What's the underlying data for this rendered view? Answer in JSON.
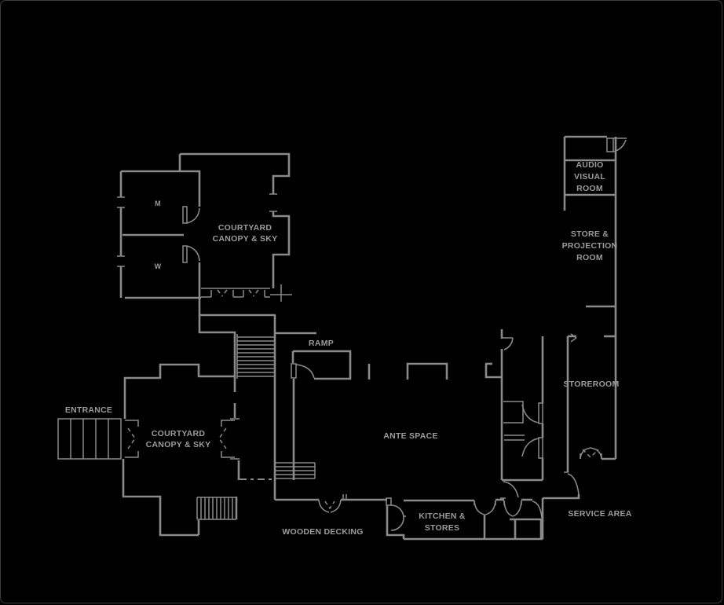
{
  "meta": {
    "drawing_type": "architectural floor plan",
    "background_color": "#000000",
    "wall_color": "#8a8a8a",
    "text_color": "#9c9c9c"
  },
  "labels": {
    "audio_visual": [
      "AUDIO",
      "VISUAL",
      "ROOM"
    ],
    "store_projection": [
      "STORE &",
      "PROJECTION",
      "ROOM"
    ],
    "storeroom": [
      "STOREROOM"
    ],
    "courtyard_top": [
      "COURTYARD",
      "CANOPY & SKY"
    ],
    "courtyard_bottom": [
      "COURTYARD",
      "CANOPY & SKY"
    ],
    "ramp": [
      "RAMP"
    ],
    "ante_space": [
      "ANTE SPACE"
    ],
    "entrance": [
      "ENTRANCE"
    ],
    "kitchen_stores": [
      "KITCHEN &",
      "STORES"
    ],
    "wooden_decking": [
      "WOODEN DECKING"
    ],
    "service_area": [
      "SERVICE AREA"
    ],
    "room_m": [
      "M"
    ],
    "room_w": [
      "W"
    ]
  }
}
